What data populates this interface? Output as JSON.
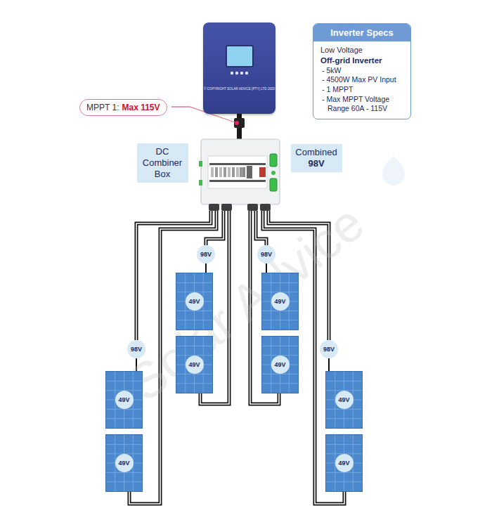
{
  "diagram": {
    "nodes": [
      {
        "text": [
          "© COPYRIGHT SOLAR ADVICE (PTY) LTD 2020"
        ]
      },
      {
        "text": [
          "Inverter Specs",
          "Low Voltage",
          "Off-grid Inverter",
          "- 5kW",
          "- 4500W Max PV Input",
          "- 1 MPPT",
          "- Max MPPT Voltage Range 60A - 115V"
        ]
      },
      {
        "text": [
          "MPPT 1:",
          "Max 115V"
        ]
      },
      {
        "text": [
          "DC Combiner Box"
        ]
      },
      {
        "text": [
          "Combined",
          "98V"
        ]
      },
      {
        "text": [
          "98V"
        ]
      },
      {
        "text": [
          "49V"
        ]
      },
      {
        "text": [
          "49V"
        ]
      },
      {
        "text": [
          "98V"
        ]
      },
      {
        "text": [
          "49V"
        ]
      },
      {
        "text": [
          "49V"
        ]
      },
      {
        "text": [
          "98V"
        ]
      },
      {
        "text": [
          "49V"
        ]
      },
      {
        "text": [
          "49V"
        ]
      },
      {
        "text": [
          "98V"
        ]
      },
      {
        "text": [
          "49V"
        ]
      },
      {
        "text": [
          "49V"
        ]
      }
    ],
    "edges": [
      {
        "from": 5,
        "to": 6,
        "arrow": "none"
      },
      {
        "from": 8,
        "to": 9,
        "arrow": "none"
      },
      {
        "from": 11,
        "to": 12,
        "arrow": "none"
      },
      {
        "from": 14,
        "to": 15,
        "arrow": "none"
      }
    ],
    "labels": [
      "Solar Advice"
    ]
  }
}
